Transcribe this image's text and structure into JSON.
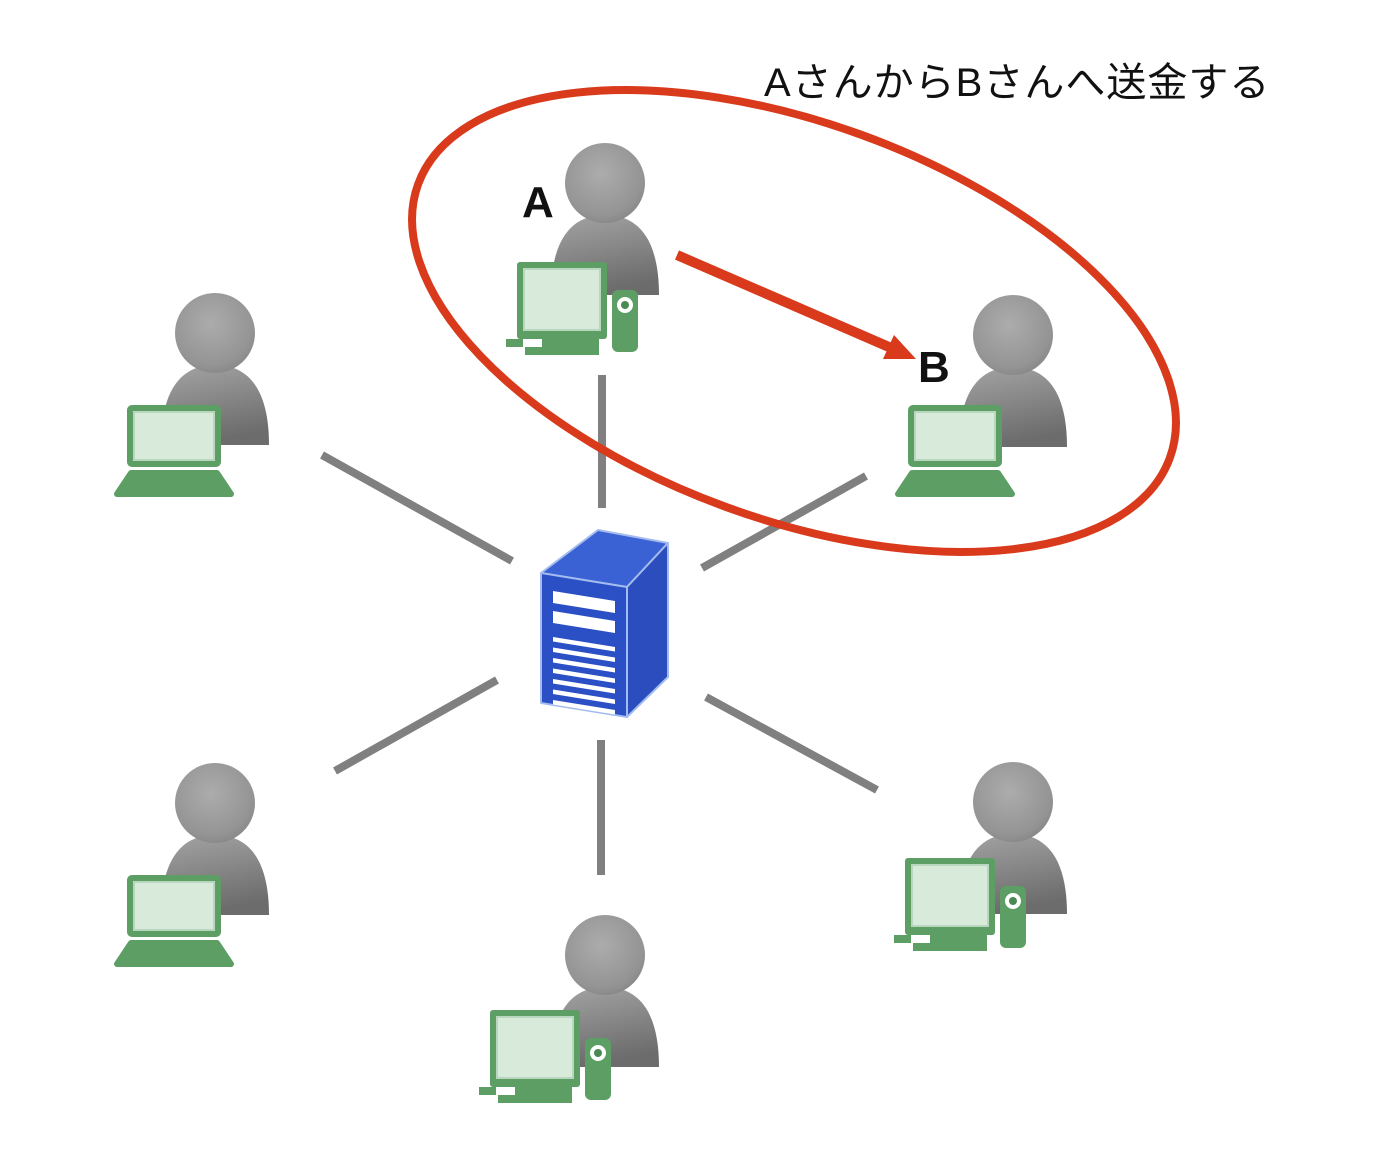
{
  "annotation": {
    "title": "AさんからBさんへ送金する"
  },
  "labels": {
    "user_a": "A",
    "user_b": "B"
  },
  "colors": {
    "accent_red": "#D93A1C",
    "device_green": "#5C9E63",
    "device_green_dark": "#4A8A52",
    "screen_green": "#D8EBDA",
    "server_blue_front": "#2B50C6",
    "server_blue_top": "#3A62D4",
    "server_blue_side": "#2B4DBE",
    "link_gray": "#808080",
    "person_gray": "#8F8F8F",
    "text_black": "#111111"
  },
  "diagram": {
    "type": "hub-and-spoke network",
    "center_node": {
      "id": "server",
      "icon": "server-tower",
      "color": "blue"
    },
    "nodes": [
      {
        "id": "user-a",
        "label": "A",
        "device": "desktop",
        "position": "top-center"
      },
      {
        "id": "user-b",
        "label": "B",
        "device": "laptop",
        "position": "right-upper"
      },
      {
        "id": "user-left",
        "label": "",
        "device": "laptop",
        "position": "left-middle"
      },
      {
        "id": "user-bottom-left",
        "label": "",
        "device": "laptop",
        "position": "bottom-left"
      },
      {
        "id": "user-bottom-center",
        "label": "",
        "device": "desktop",
        "position": "bottom-center"
      },
      {
        "id": "user-bottom-right",
        "label": "",
        "device": "desktop",
        "position": "right-lower"
      }
    ],
    "edges": [
      {
        "from": "server",
        "to": "user-a"
      },
      {
        "from": "server",
        "to": "user-b"
      },
      {
        "from": "server",
        "to": "user-left"
      },
      {
        "from": "server",
        "to": "user-bottom-left"
      },
      {
        "from": "server",
        "to": "user-bottom-center"
      },
      {
        "from": "server",
        "to": "user-bottom-right"
      }
    ],
    "highlight": {
      "shape": "ellipse",
      "color": "#D93A1C",
      "encircles": [
        "user-a",
        "user-b"
      ],
      "arrow": {
        "from": "user-a",
        "to": "user-b",
        "color": "#D93A1C"
      },
      "caption": "AさんからBさんへ送金する"
    }
  }
}
